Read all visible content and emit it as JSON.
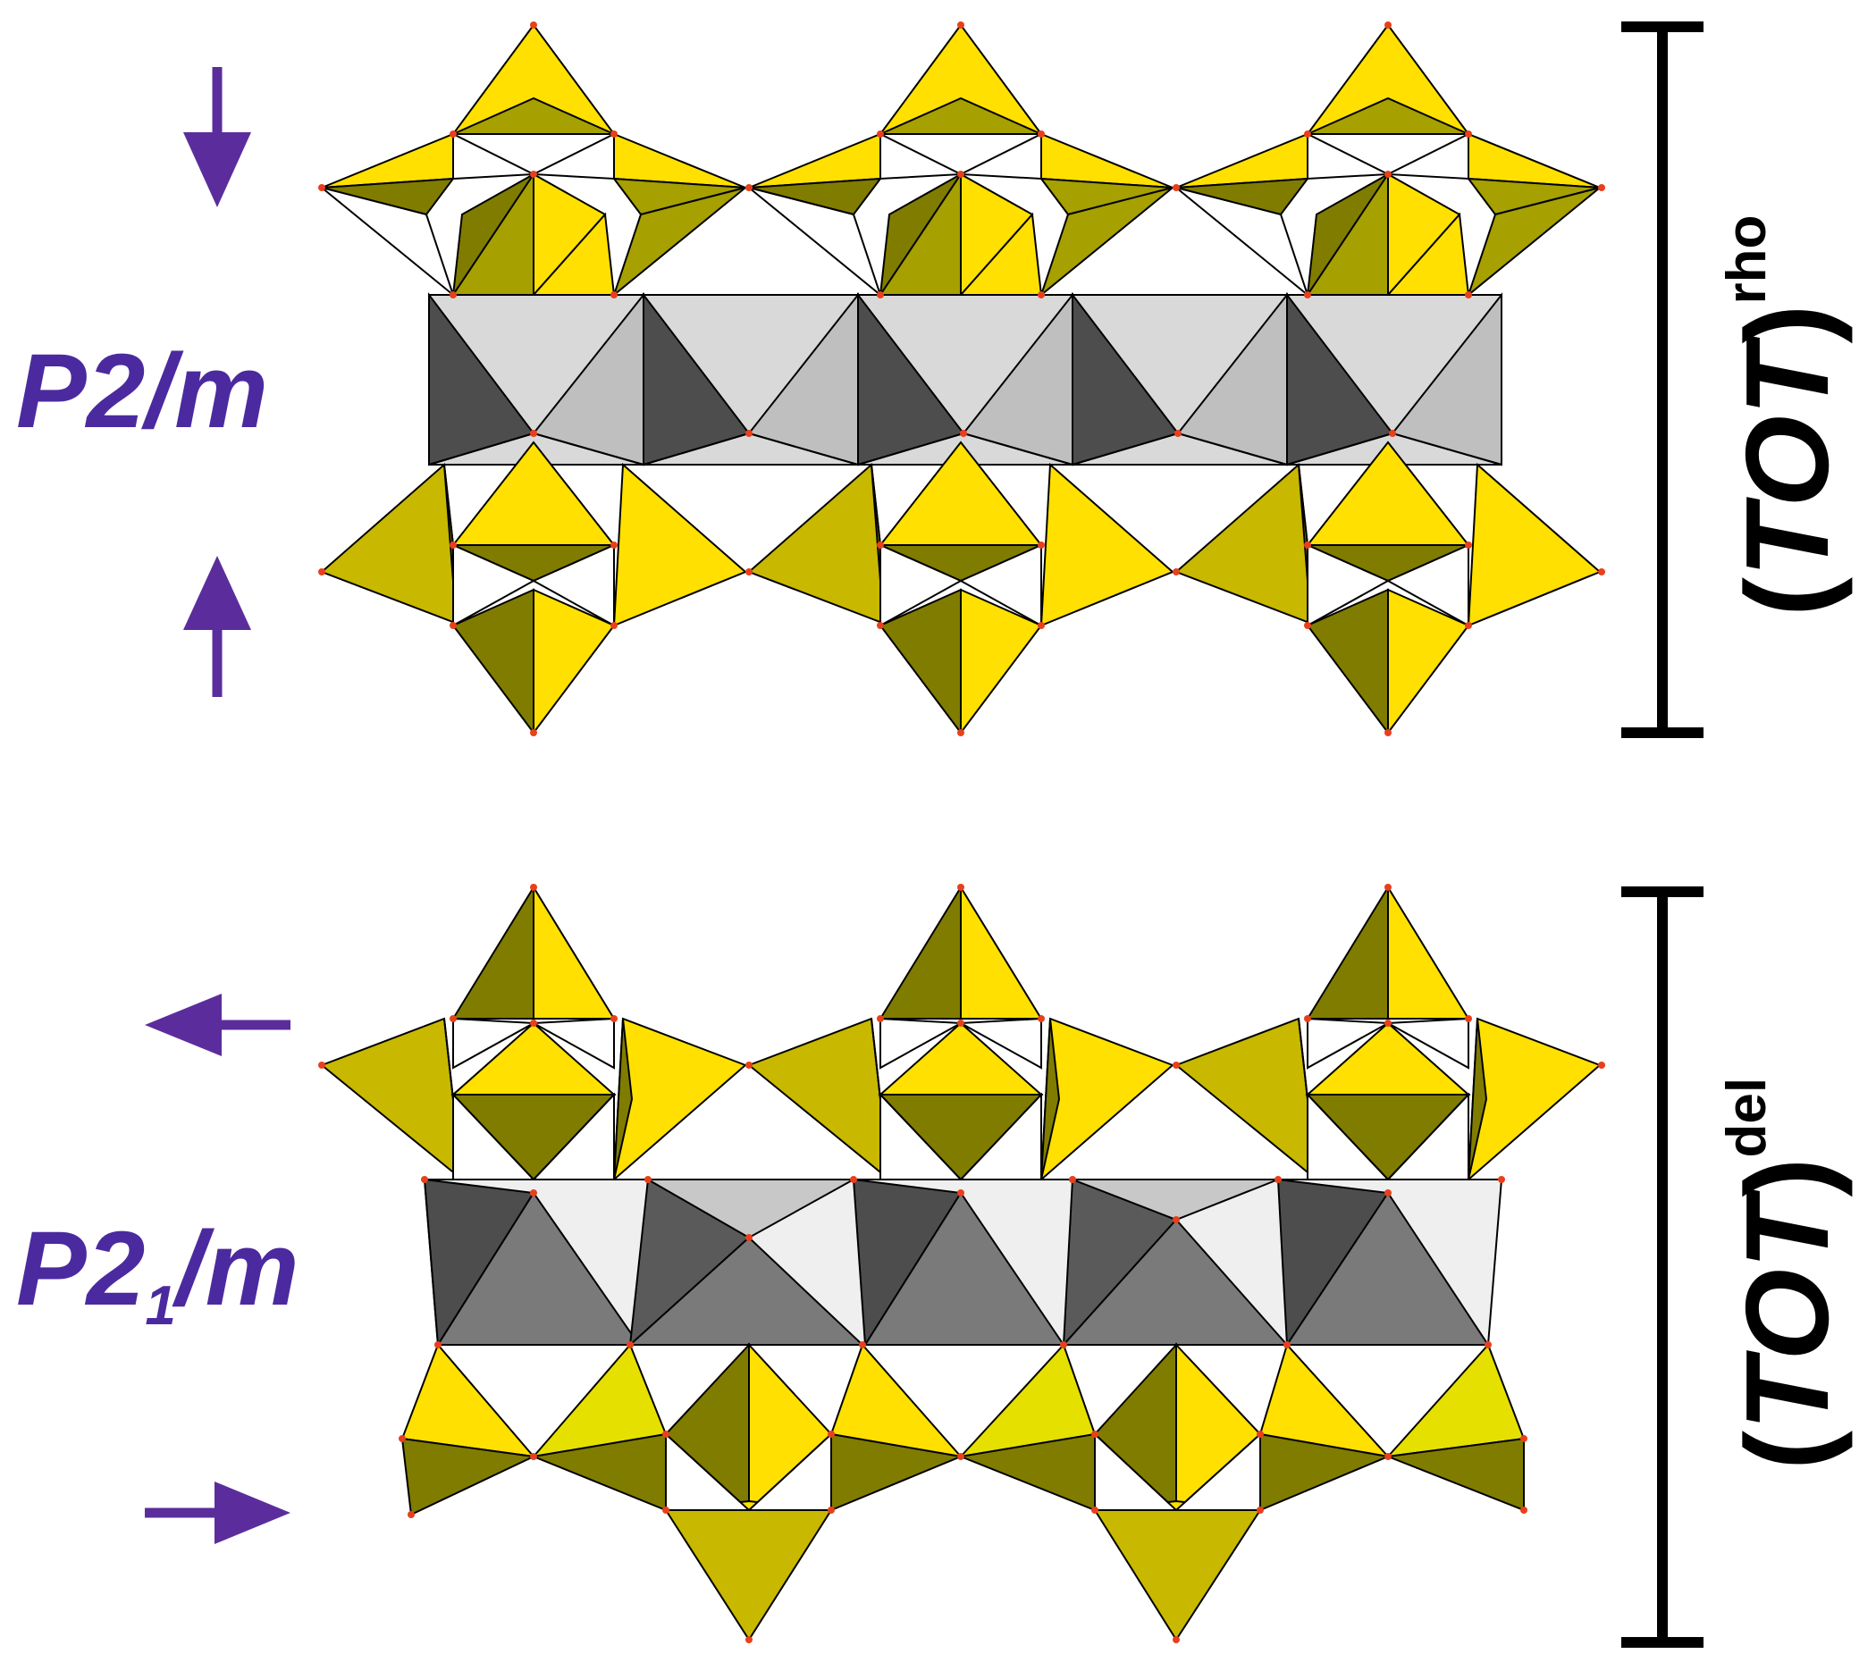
{
  "panels": [
    {
      "id": "rho",
      "space_group": {
        "main": "P2/m",
        "sub": ""
      },
      "layer": {
        "prefix": "(",
        "main": "TOT",
        "suffix": ")",
        "superscript": "rho"
      },
      "arrows": [
        "down",
        "up"
      ]
    },
    {
      "id": "del",
      "space_group": {
        "main": "P2",
        "sub": "1",
        "rest": "/m"
      },
      "layer": {
        "prefix": "(",
        "main": "TOT",
        "suffix": ")",
        "superscript": "del"
      },
      "arrows": [
        "left",
        "right"
      ]
    }
  ],
  "colors": {
    "arrow": "#5b2d9c",
    "label": "#4b2aa0",
    "tetra_light": "#ffe000",
    "tetra_mid": "#c8b800",
    "tetra_dark": "#807c00",
    "tetra_olive": "#a6a000",
    "octa_light": "#d9d9d9",
    "octa_mid": "#bfbfbf",
    "octa_dark": "#4d4d4d",
    "octa_grey": "#7a7a7a",
    "atom": "#e8401c",
    "edge": "#000000"
  }
}
